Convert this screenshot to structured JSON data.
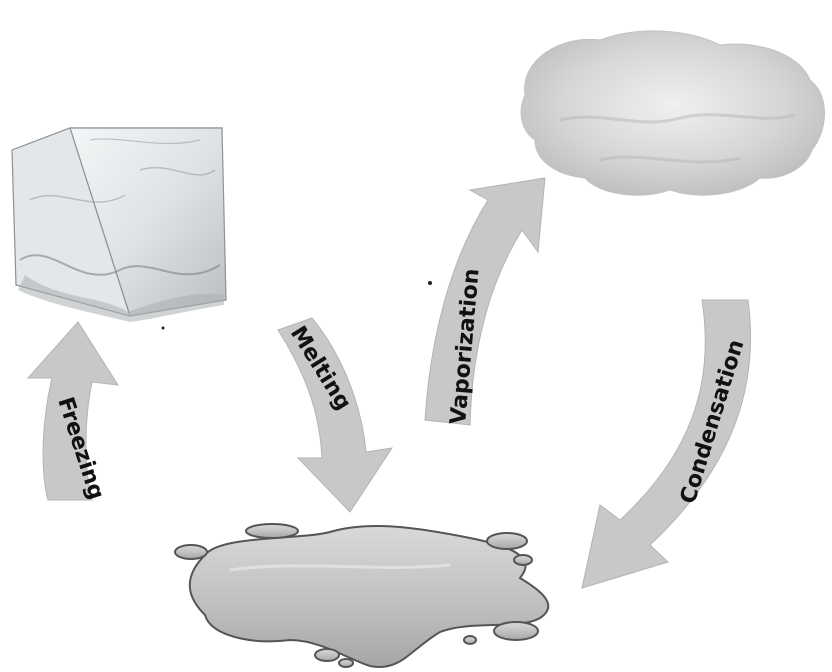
{
  "diagram": {
    "states": [
      {
        "id": "solid",
        "icon": "ice-cube-icon"
      },
      {
        "id": "gas",
        "icon": "cloud-icon"
      },
      {
        "id": "liquid",
        "icon": "water-puddle-icon"
      }
    ],
    "processes": {
      "freezing": "Freezing",
      "melting": "Melting",
      "vaporization": "Vaporization",
      "condensation": "Condensation"
    },
    "colors": {
      "arrow": "#c8c8c8",
      "arrow_edge": "#b4b4b4",
      "ice": "#d9dde0",
      "cloud": "#cfcfcf",
      "water": "#bdbdbd"
    }
  }
}
